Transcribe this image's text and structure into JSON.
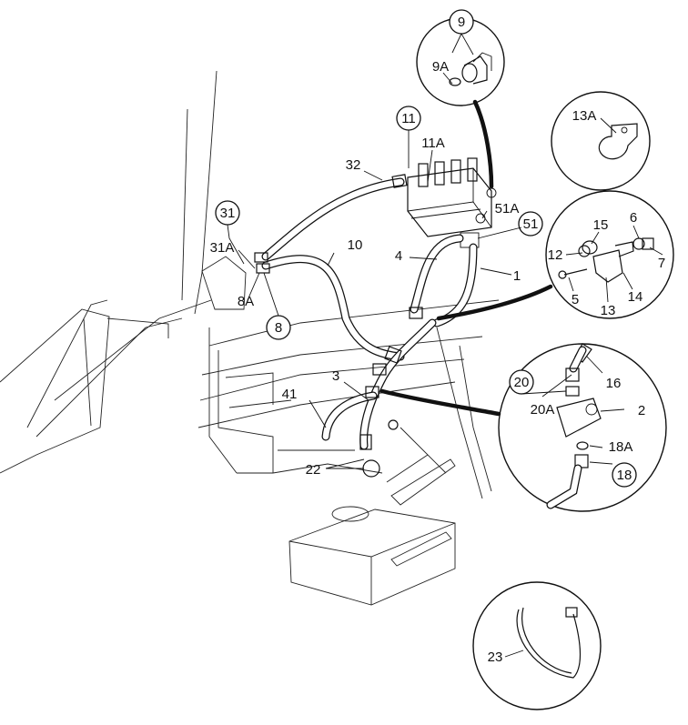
{
  "diagram": {
    "callouts": {
      "c9": "9",
      "c9a": "9A",
      "c11": "11",
      "c11a": "11A",
      "c13a": "13A",
      "c32": "32",
      "c31": "31",
      "c31a": "31A",
      "c51": "51",
      "c51a": "51A",
      "c10": "10",
      "c4": "4",
      "c1": "1",
      "c8a": "8A",
      "c8": "8",
      "c15": "15",
      "c6": "6",
      "c12": "12",
      "c7": "7",
      "c5": "5",
      "c14": "14",
      "c13": "13",
      "c3": "3",
      "c41": "41",
      "c22": "22",
      "c20": "20",
      "c20a": "20A",
      "c16": "16",
      "c2": "2",
      "c18a": "18A",
      "c18": "18",
      "c23": "23"
    }
  }
}
